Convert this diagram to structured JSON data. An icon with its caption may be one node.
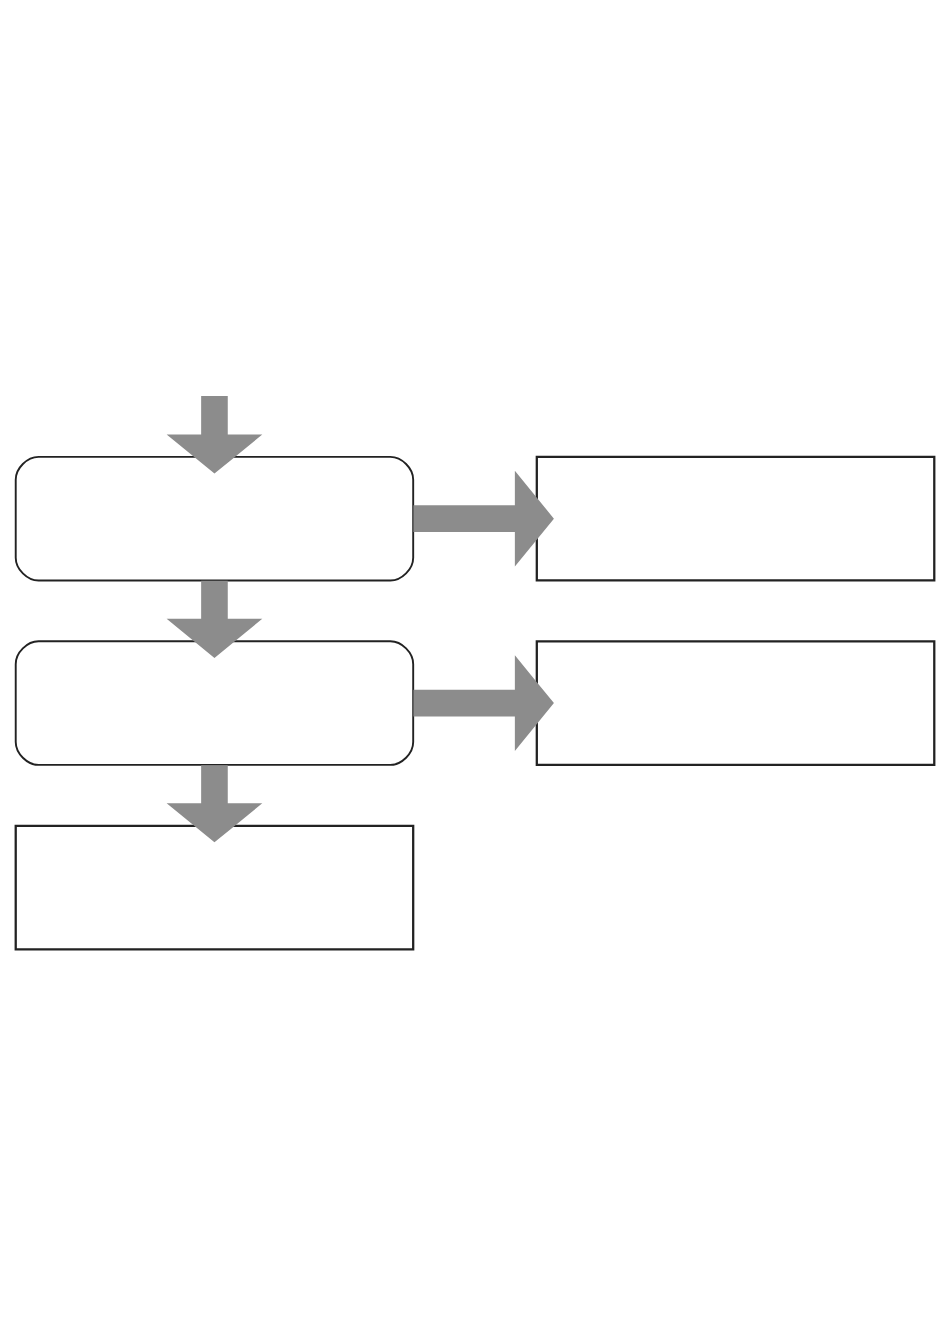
{
  "diagram": {
    "nodes": [
      {
        "text": [],
        "shape": "box"
      },
      {
        "text": [],
        "shape": "box"
      },
      {
        "text": [],
        "shape": "box"
      },
      {
        "text": [],
        "shape": "box"
      },
      {
        "text": [],
        "shape": "box"
      }
    ],
    "edges": [
      {
        "from": null,
        "to": 0,
        "arrow": "to"
      },
      {
        "from": 0,
        "to": 1,
        "arrow": "to"
      },
      {
        "from": 0,
        "to": 2,
        "arrow": "to"
      },
      {
        "from": 2,
        "to": 3,
        "arrow": "to"
      },
      {
        "from": 2,
        "to": 4,
        "arrow": "to"
      }
    ]
  }
}
